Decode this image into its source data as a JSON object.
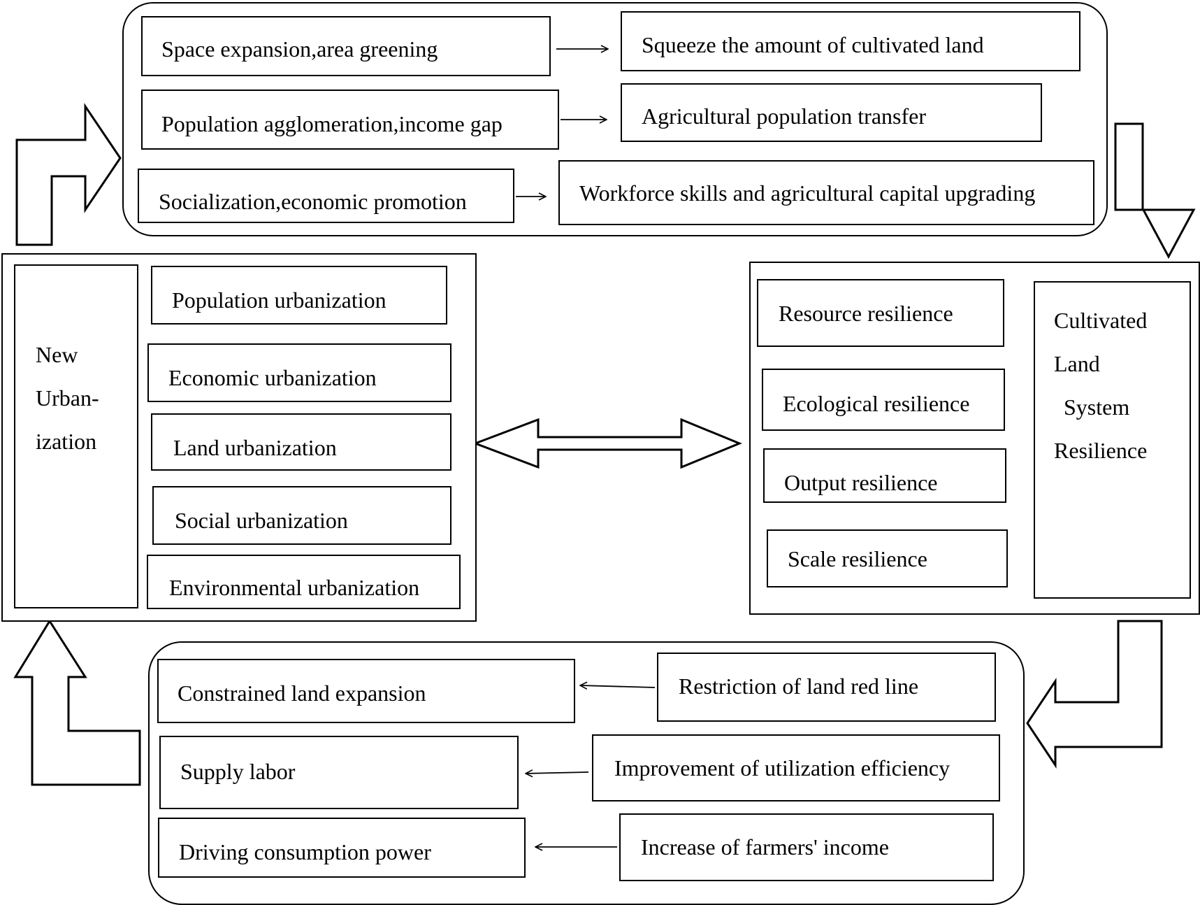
{
  "top_group": {
    "causes": [
      "Space expansion,area greening",
      "Population agglomeration,income gap",
      "Socialization,economic promotion"
    ],
    "effects": [
      "Squeeze the amount of cultivated land",
      "Agricultural population transfer",
      "Workforce skills and agricultural capital upgrading"
    ]
  },
  "urbanization": {
    "title_lines": [
      "New",
      "Urban-",
      "ization"
    ],
    "dimensions": [
      "Population urbanization",
      "Economic urbanization",
      "Land urbanization",
      "Social urbanization",
      "Environmental urbanization"
    ]
  },
  "resilience": {
    "title_lines": [
      "Cultivated",
      "Land",
      "System",
      "Resilience"
    ],
    "dimensions": [
      "Resource resilience",
      "Ecological resilience",
      "Output resilience",
      "Scale resilience"
    ]
  },
  "bottom_group": {
    "causes": [
      "Restriction of land red line",
      "Improvement of utilization efficiency",
      "Increase of farmers' income"
    ],
    "effects": [
      "Constrained land expansion",
      "Supply labor",
      "Driving consumption power"
    ]
  }
}
